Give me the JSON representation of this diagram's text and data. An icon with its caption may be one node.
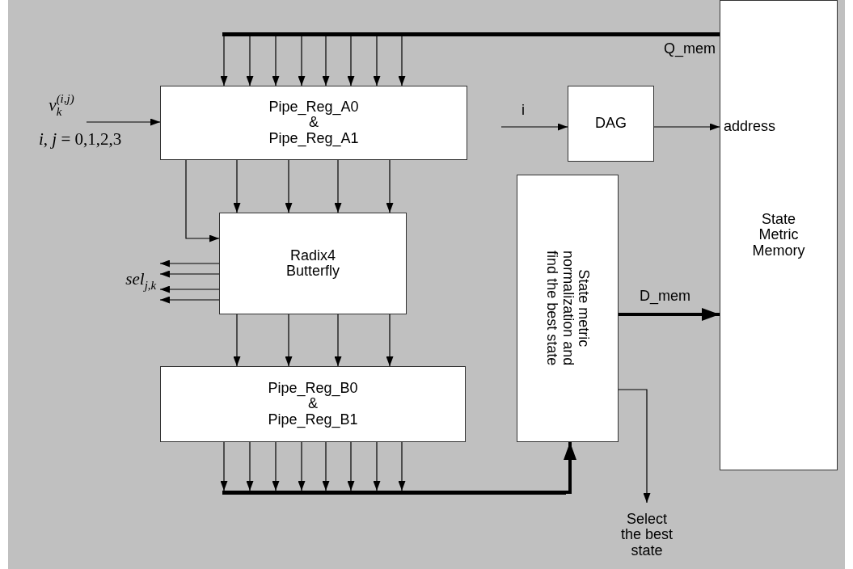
{
  "diagram": {
    "nodes": [
      {
        "text": [],
        "shape": "bar"
      },
      {
        "text": [
          "*v*$_{k}$$^{(i,j)}$"
        ],
        "beside": [
          "*i*, *j* = 0,1,2,3"
        ]
      },
      {
        "text": [
          "Pipe_Reg_A0 & Pipe_Reg_A1"
        ]
      },
      {
        "text": [
          "DAG"
        ]
      },
      {
        "text": [
          "address",
          "State Metric Memory"
        ]
      },
      {
        "text": [
          "Radix4 Butterfly"
        ]
      },
      {
        "text": [
          "*sel*$_{j,k}$"
        ]
      },
      {
        "text": [
          "State metric normalization and find the best state"
        ]
      },
      {
        "text": [
          "Pipe_Reg_B0 & Pipe_Reg_B1"
        ]
      },
      {
        "text": [],
        "shape": "bar"
      },
      {
        "text": [
          "Select the best state"
        ]
      }
    ],
    "edges": [
      {
        "from": 0,
        "to": 2,
        "arrow": "to"
      },
      {
        "from": 0,
        "to": 2,
        "arrow": "to"
      },
      {
        "from": 0,
        "to": 2,
        "arrow": "to"
      },
      {
        "from": 0,
        "to": 2,
        "arrow": "to"
      },
      {
        "from": 0,
        "to": 2,
        "arrow": "to"
      },
      {
        "from": 0,
        "to": 2,
        "arrow": "to"
      },
      {
        "from": 0,
        "to": 2,
        "arrow": "to"
      },
      {
        "from": 0,
        "to": 2,
        "arrow": "to"
      },
      {
        "from": 1,
        "to": 2,
        "arrow": "to"
      },
      {
        "from": null,
        "to": 3,
        "arrow": "to",
        "label": "i"
      },
      {
        "from": 3,
        "to": 4,
        "arrow": "to"
      },
      {
        "from": 2,
        "to": 5,
        "arrow": "to"
      },
      {
        "from": 2,
        "to": 5,
        "arrow": "to"
      },
      {
        "from": 2,
        "to": 5,
        "arrow": "to"
      },
      {
        "from": 2,
        "to": 5,
        "arrow": "to"
      },
      {
        "from": 2,
        "to": 5,
        "arrow": "to"
      },
      {
        "from": 5,
        "to": 6,
        "arrow": "to"
      },
      {
        "from": 5,
        "to": 6,
        "arrow": "to"
      },
      {
        "from": 5,
        "to": 6,
        "arrow": "to"
      },
      {
        "from": 5,
        "to": 6,
        "arrow": "to"
      },
      {
        "from": 5,
        "to": 8,
        "arrow": "to"
      },
      {
        "from": 5,
        "to": 8,
        "arrow": "to"
      },
      {
        "from": 5,
        "to": 8,
        "arrow": "to"
      },
      {
        "from": 5,
        "to": 8,
        "arrow": "to"
      },
      {
        "from": 7,
        "to": 4,
        "arrow": "to",
        "label": "D_mem",
        "style": "thick"
      },
      {
        "from": 8,
        "to": 9,
        "arrow": "to"
      },
      {
        "from": 8,
        "to": 9,
        "arrow": "to"
      },
      {
        "from": 8,
        "to": 9,
        "arrow": "to"
      },
      {
        "from": 8,
        "to": 9,
        "arrow": "to"
      },
      {
        "from": 8,
        "to": 9,
        "arrow": "to"
      },
      {
        "from": 8,
        "to": 9,
        "arrow": "to"
      },
      {
        "from": 8,
        "to": 9,
        "arrow": "to"
      },
      {
        "from": 8,
        "to": 9,
        "arrow": "to"
      },
      {
        "from": 9,
        "to": 7,
        "arrow": "to",
        "style": "thick"
      },
      {
        "from": 7,
        "to": 10,
        "arrow": "to"
      }
    ],
    "labels": [
      "Q_mem"
    ]
  }
}
